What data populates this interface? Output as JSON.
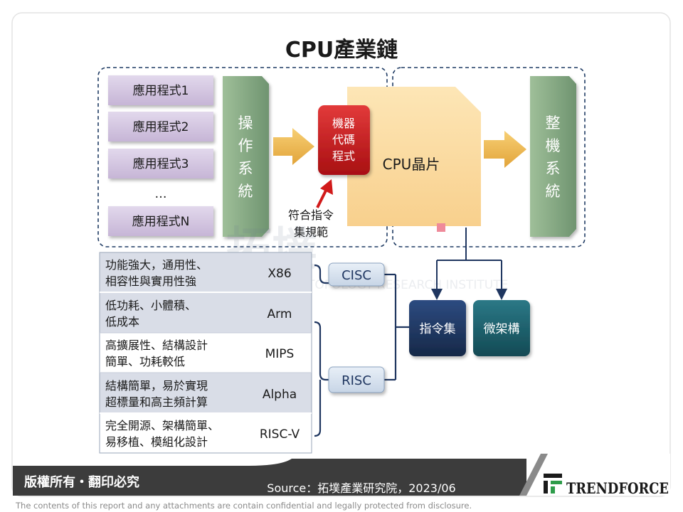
{
  "title": "CPU產業鏈",
  "apps": [
    "應用程式1",
    "應用程式2",
    "應用程式3",
    "…",
    "應用程式N"
  ],
  "os_label": [
    "操",
    "作",
    "系",
    "統"
  ],
  "machine_code": [
    "機器",
    "代碼",
    "程式"
  ],
  "cpu_chip": "CPU晶片",
  "compliance_note": [
    "符合指令",
    "集規範"
  ],
  "whole_system": [
    "整",
    "機",
    "系",
    "統"
  ],
  "watermark": {
    "main": "拓墣",
    "sub": "TOPOLOGY RESEARCH INSTITUTE"
  },
  "isa_table": [
    {
      "desc": [
        "功能強大，通用性、",
        "相容性與實用性強"
      ],
      "name": "X86"
    },
    {
      "desc": [
        "低功耗、小體積、",
        "低成本"
      ],
      "name": "Arm"
    },
    {
      "desc": [
        "高擴展性、結構設計",
        "簡單、功耗較低"
      ],
      "name": "MIPS"
    },
    {
      "desc": [
        "結構簡單，易於實現",
        "超標量和高主頻計算"
      ],
      "name": "Alpha"
    },
    {
      "desc": [
        "完全開源、架構簡單、",
        "易移植、模組化設計"
      ],
      "name": "RISC-V"
    }
  ],
  "cisc_label": "CISC",
  "risc_label": "RISC",
  "instruction_set": "指令集",
  "microarchitecture": "微架構",
  "footer": {
    "copyright": "版權所有・翻印必究",
    "source": "Source：拓墣產業研究院，2023/06",
    "brand": "TRENDFORCE",
    "disclaimer": "The contents of this report and any attachments are contain confidential and legally protected from disclosure."
  },
  "colors": {
    "app_box": "#d4c6e0",
    "os_bar": "#86a882",
    "arrow": "#efb84e",
    "machine_code": "#c81e1e",
    "cpu_chip": "#fbdca0",
    "isa_box": "#1f3660",
    "micro_box": "#1c5d68",
    "tag_box": "#d8e3ef",
    "row_shade": "#d9dde7",
    "dash_border": "#1f3b63",
    "footer_bar": "#3c3c3c"
  }
}
